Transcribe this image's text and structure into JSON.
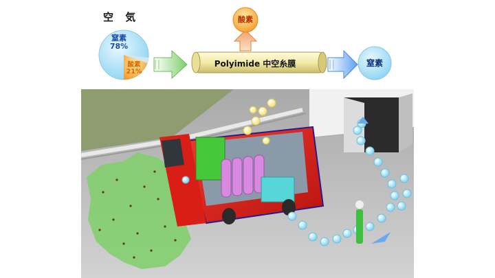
{
  "air": {
    "title": "空 気"
  },
  "pie": {
    "nitrogen_label": "窒素",
    "nitrogen_percent": "78%",
    "oxygen_label": "酸素",
    "oxygen_percent": "21%",
    "nitrogen_share": 78,
    "oxygen_share": 21
  },
  "membrane": {
    "label": "Polyimide 中空糸膜"
  },
  "outputs": {
    "oxygen": "酸素",
    "nitrogen": "窒素"
  },
  "colors": {
    "nitrogen": "#a8e2f7",
    "oxygen": "#f5a640",
    "membrane": "#f7f0b8",
    "arrow_green": "#8fd67a",
    "arrow_blue": "#6aa8f0",
    "truck": "#e8221b"
  }
}
